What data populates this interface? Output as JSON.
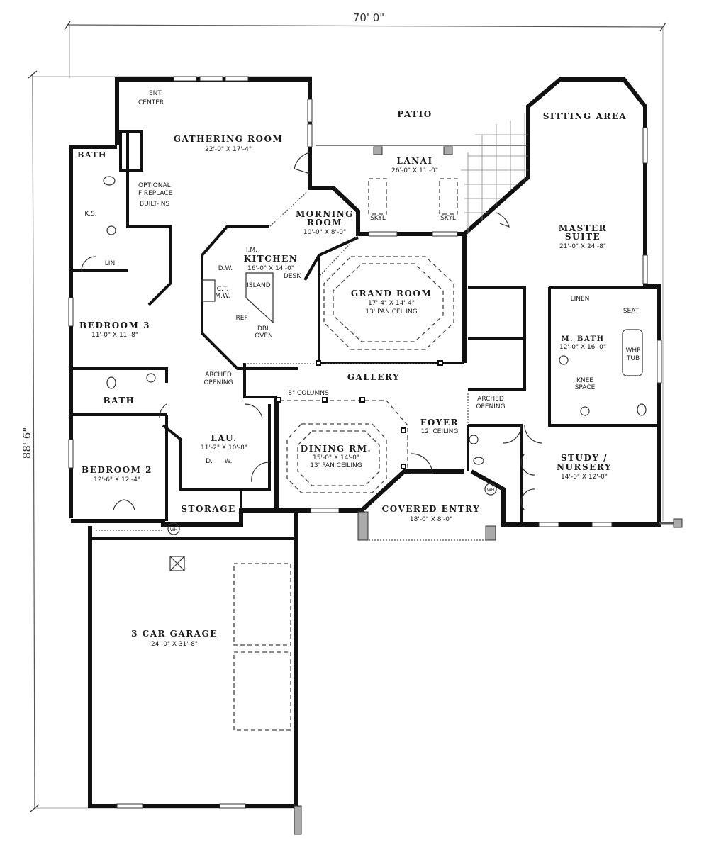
{
  "dimensions": {
    "width": "70' 0\"",
    "depth": "88' 6\""
  },
  "rooms": {
    "gathering": {
      "name": "GATHERING ROOM",
      "size": "22'-0\" X 17'-4\""
    },
    "ent_center": {
      "line1": "ENT.",
      "line2": "CENTER"
    },
    "bath_small": {
      "name": "BATH"
    },
    "fireplace": {
      "line1": "OPTIONAL",
      "line2": "FIREPLACE",
      "line3": "BUILT-INS"
    },
    "ks": "K.S.",
    "lin": "LIN",
    "patio": {
      "name": "PATIO"
    },
    "lanai": {
      "name": "LANAI",
      "size": "26'-0\" X 11'-0\"",
      "skylight": "SKYL"
    },
    "morning": {
      "line1": "MORNING",
      "line2": "ROOM",
      "size": "10'-0\" X 8'-0\""
    },
    "kitchen": {
      "name": "KITCHEN",
      "size": "16'-0\" X 14'-0\"",
      "im": "I.M.",
      "desk": "DESK",
      "dw": "D.W.",
      "ct": "C.T.",
      "mw": "M.W.",
      "island": "ISLAND",
      "ref": "REF",
      "oven1": "DBL",
      "oven2": "OVEN"
    },
    "sitting": {
      "name": "SITTING AREA"
    },
    "master": {
      "line1": "MASTER",
      "line2": "SUITE",
      "size": "21'-0\" X 24'-8\""
    },
    "grand": {
      "name": "GRAND ROOM",
      "size": "17'-4\" X 14'-4\"",
      "note": "13' PAN CEILING"
    },
    "linen": "LINEN",
    "seat": "SEAT",
    "mbath": {
      "name": "M. BATH",
      "size": "12'-0\" X 16'-0\""
    },
    "tub": {
      "line1": "WHP",
      "line2": "TUB"
    },
    "knee": {
      "line1": "KNEE",
      "line2": "SPACE"
    },
    "bedroom3": {
      "name": "BEDROOM 3",
      "size": "11'-0\" X 11'-8\""
    },
    "gallery": {
      "name": "GALLERY"
    },
    "arched_left": {
      "line1": "ARCHED",
      "line2": "OPENING"
    },
    "columns": "8\" COLUMNS",
    "bath": {
      "name": "BATH"
    },
    "arched_right": {
      "line1": "ARCHED",
      "line2": "OPENING"
    },
    "foyer": {
      "name": "FOYER",
      "note": "12' CEILING"
    },
    "lau": {
      "name": "LAU.",
      "size": "11'-2\" X 10'-8\"",
      "d": "D.",
      "w": "W."
    },
    "dining": {
      "name": "DINING RM.",
      "size": "15'-0\" X 14'-0\"",
      "note": "13' PAN CEILING"
    },
    "bedroom2": {
      "name": "BEDROOM 2",
      "size": "12'-6\" X 12'-4\""
    },
    "study": {
      "line1": "STUDY /",
      "line2": "NURSERY",
      "size": "14'-0\" X 12'-0\""
    },
    "storage": {
      "name": "STORAGE"
    },
    "entry": {
      "name": "COVERED ENTRY",
      "size": "18'-0\" X 8'-0\""
    },
    "garage": {
      "name": "3 CAR GARAGE",
      "size": "24'-0\" X 31'-8\""
    },
    "wh": "WH"
  }
}
